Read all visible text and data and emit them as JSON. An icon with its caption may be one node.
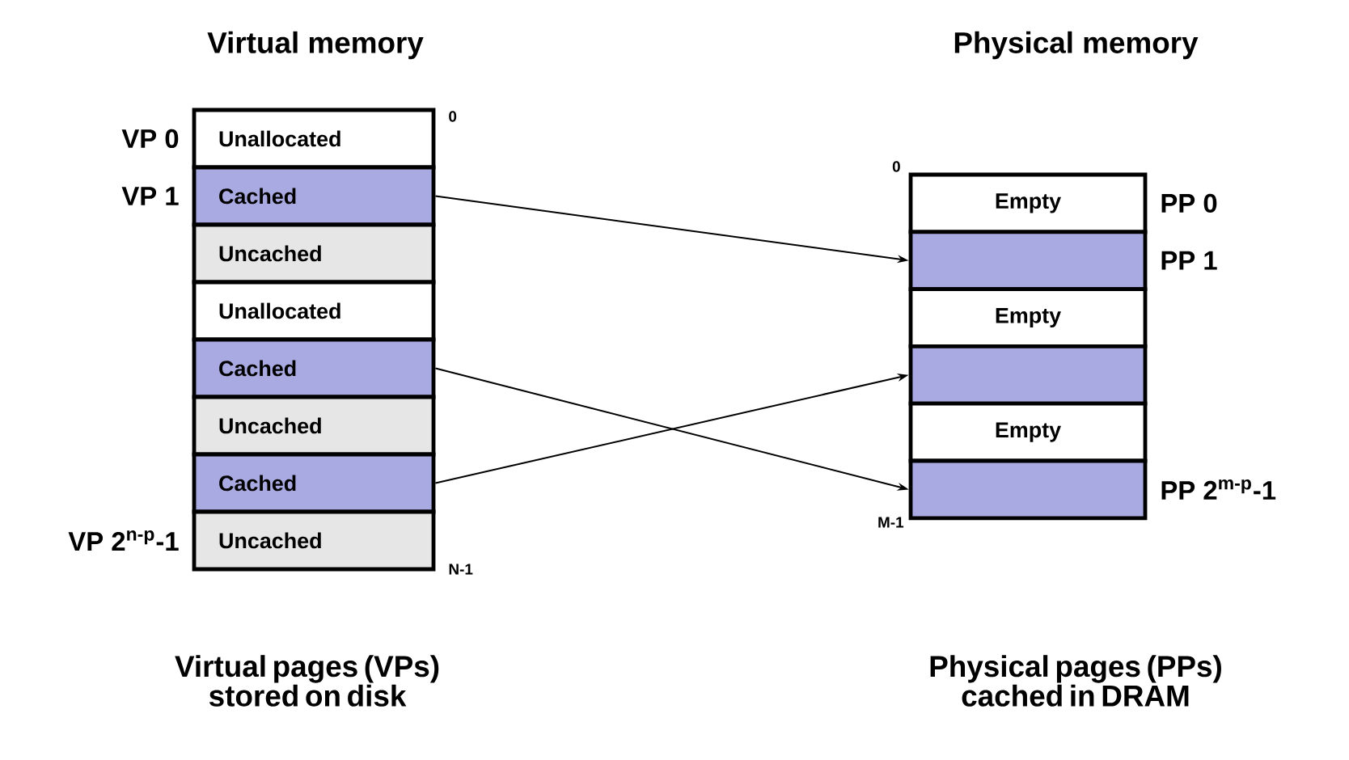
{
  "diagram": {
    "nodes": [
      {
        "text": [
          "Unallocated"
        ]
      },
      {
        "text": [
          "Cached"
        ]
      },
      {
        "text": [
          "Uncached"
        ]
      },
      {
        "text": [
          "Unallocated"
        ]
      },
      {
        "text": [
          "Cached"
        ]
      },
      {
        "text": [
          "Uncached"
        ]
      },
      {
        "text": [
          "Cached"
        ]
      },
      {
        "text": [
          "Uncached"
        ]
      },
      {
        "text": [
          "Empty"
        ]
      },
      {
        "text": [],
        "shape": "box"
      },
      {
        "text": [
          "Empty"
        ]
      },
      {
        "text": [],
        "shape": "box"
      },
      {
        "text": [
          "Empty"
        ]
      },
      {
        "text": [],
        "shape": "box"
      }
    ],
    "edges": [
      {
        "from": 1,
        "to": 9,
        "arrow": "to"
      },
      {
        "from": 4,
        "to": 13,
        "arrow": "to"
      },
      {
        "from": 6,
        "to": 11,
        "arrow": "to"
      }
    ],
    "labels": [
      "Virtual memory",
      "Physical memory",
      "VP 0",
      "0",
      "VP 1",
      "0",
      "PP 0",
      "PP 1",
      "VP 2$^{n-p}$-1",
      "N-1",
      "M-1",
      "PP 2$^{m-p}$-1",
      "Virtual pages (VPs) stored on disk",
      "Physical pages (PPs) cached in DRAM"
    ]
  }
}
